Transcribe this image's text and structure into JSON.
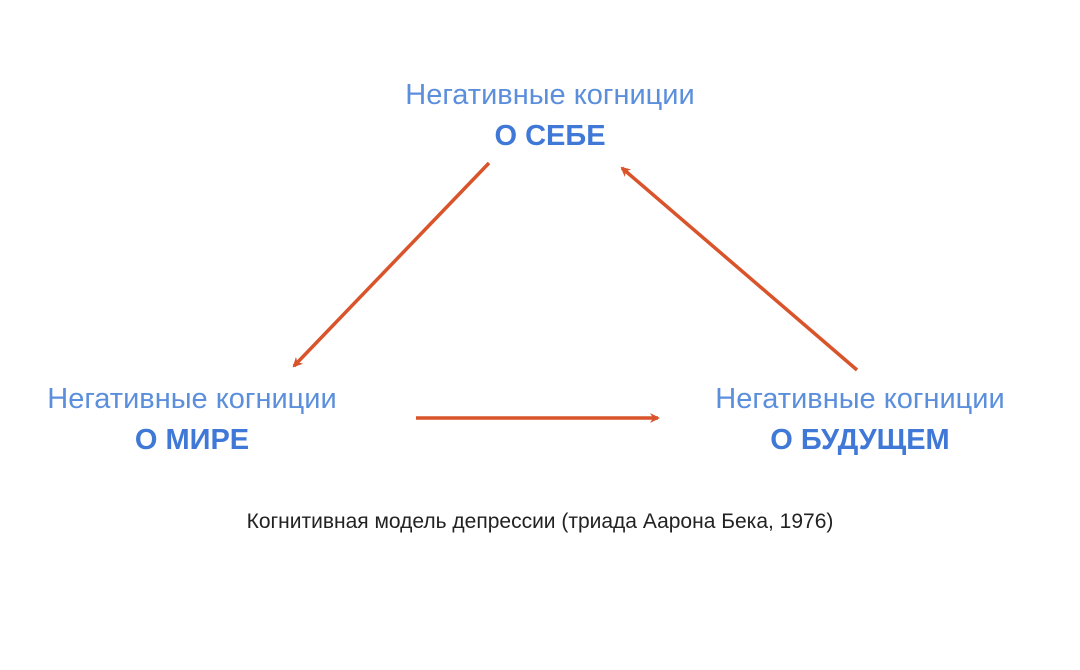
{
  "nodes": {
    "self": {
      "line1": "Негативные когниции",
      "line2": "О СЕБЕ"
    },
    "world": {
      "line1": "Негативные когниции",
      "line2": "О МИРЕ"
    },
    "future": {
      "line1": "Негативные когниции",
      "line2": "О БУДУЩЕМ"
    }
  },
  "caption": "Когнитивная модель депрессии (триада Аарона Бека, 1976)",
  "colors": {
    "label_light": "#5b8fdc",
    "label_bold": "#3f78d6",
    "arrow": "#d9542b",
    "caption": "#222222"
  },
  "arrows": [
    {
      "from": "self",
      "to": "world"
    },
    {
      "from": "world",
      "to": "future"
    },
    {
      "from": "future",
      "to": "self"
    }
  ]
}
